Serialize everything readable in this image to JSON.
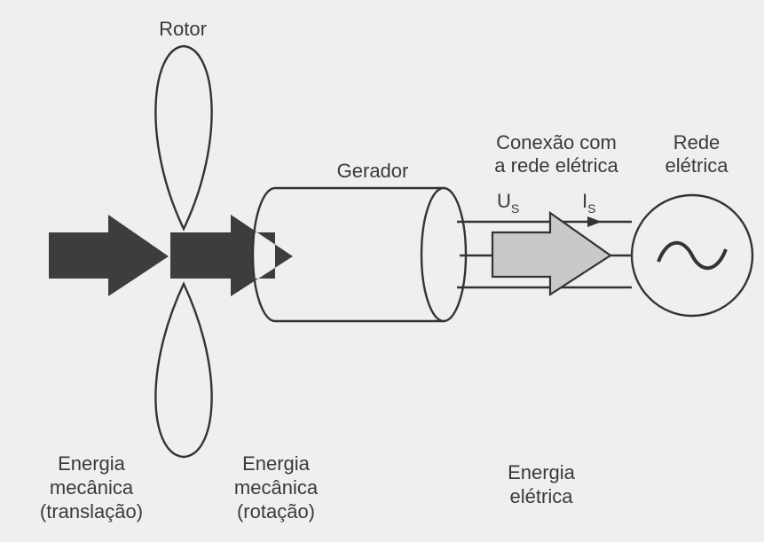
{
  "colors": {
    "background": "#efefef",
    "line": "#333333",
    "dark_arrow": "#3d3d3d",
    "electric_arrow": "#c9c9c9"
  },
  "labels": {
    "rotor": "Rotor",
    "gerador": "Gerador",
    "conexao_line1": "Conexão com",
    "conexao_line2": "a rede elétrica",
    "rede_line1": "Rede",
    "rede_line2": "elétrica",
    "us_main": "U",
    "us_sub": "S",
    "is_main": "I",
    "is_sub": "S",
    "grid_symbol": "~"
  },
  "captions": {
    "translacao": [
      "Energia",
      "mecânica",
      "(translação)"
    ],
    "rotacao": [
      "Energia",
      "mecânica",
      "(rotação)"
    ],
    "eletrica": [
      "Energia",
      "elétrica"
    ]
  },
  "icons": {
    "rotor": "rotor-blades-icon",
    "generator": "generator-cylinder-icon",
    "grid": "ac-sine-circle-icon"
  }
}
